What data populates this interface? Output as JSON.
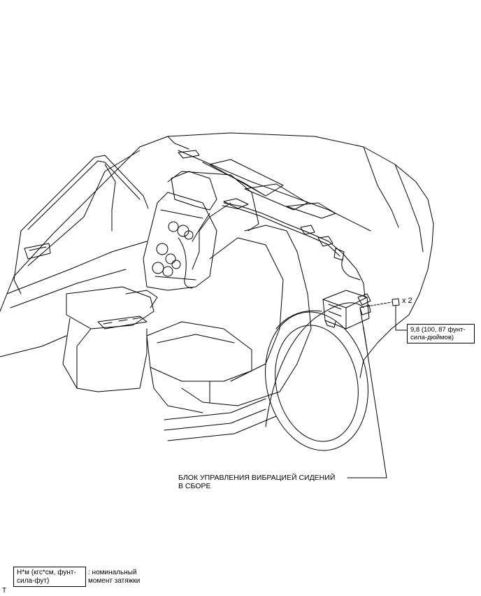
{
  "callouts": {
    "quantity": "x 2",
    "torque_value_line1": "9,8 (100, 87 фунт-",
    "torque_value_line2": "сила-дюймов)",
    "part_name_line1": "БЛОК УПРАВЛЕНИЯ ВИБРАЦИЕЙ СИДЕНИЙ",
    "part_name_line2": "В СБОРЕ"
  },
  "legend": {
    "box_line1": "Н*м (кгс*см, фунт-",
    "box_line2": "сила-фут)",
    "desc_line1": ": номинальный",
    "desc_line2": "момент затяжки"
  },
  "corner_mark": "T"
}
